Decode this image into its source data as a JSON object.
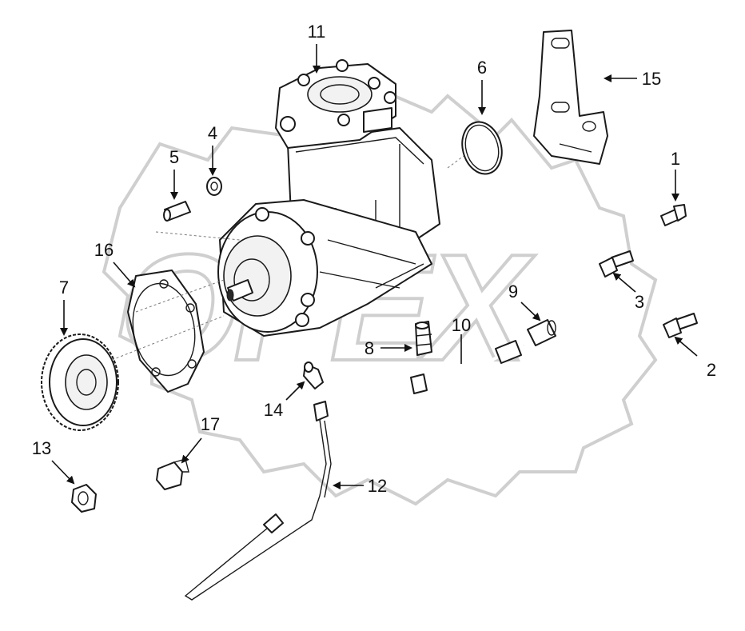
{
  "watermark": {
    "text": "OPEX"
  },
  "callouts": [
    {
      "id": "c1",
      "label": "1"
    },
    {
      "id": "c2",
      "label": "2"
    },
    {
      "id": "c3",
      "label": "3"
    },
    {
      "id": "c4",
      "label": "4"
    },
    {
      "id": "c5",
      "label": "5"
    },
    {
      "id": "c6",
      "label": "6"
    },
    {
      "id": "c7",
      "label": "7"
    },
    {
      "id": "c8",
      "label": "8"
    },
    {
      "id": "c9",
      "label": "9"
    },
    {
      "id": "c10",
      "label": "10"
    },
    {
      "id": "c11",
      "label": "11"
    },
    {
      "id": "c12",
      "label": "12"
    },
    {
      "id": "c13",
      "label": "13"
    },
    {
      "id": "c14",
      "label": "14"
    },
    {
      "id": "c15",
      "label": "15"
    },
    {
      "id": "c16",
      "label": "16"
    },
    {
      "id": "c17",
      "label": "17"
    }
  ]
}
